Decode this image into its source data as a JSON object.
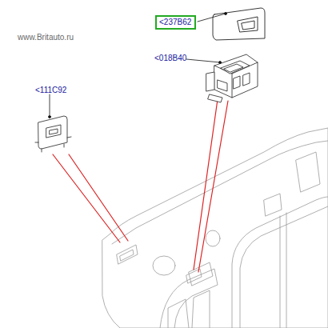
{
  "diagram": {
    "nodes": [
      {
        "text": [
          "<237B62"
        ]
      }
    ],
    "labels": [
      "www.Britauto.ru",
      "<018B40",
      "<111C92"
    ]
  }
}
